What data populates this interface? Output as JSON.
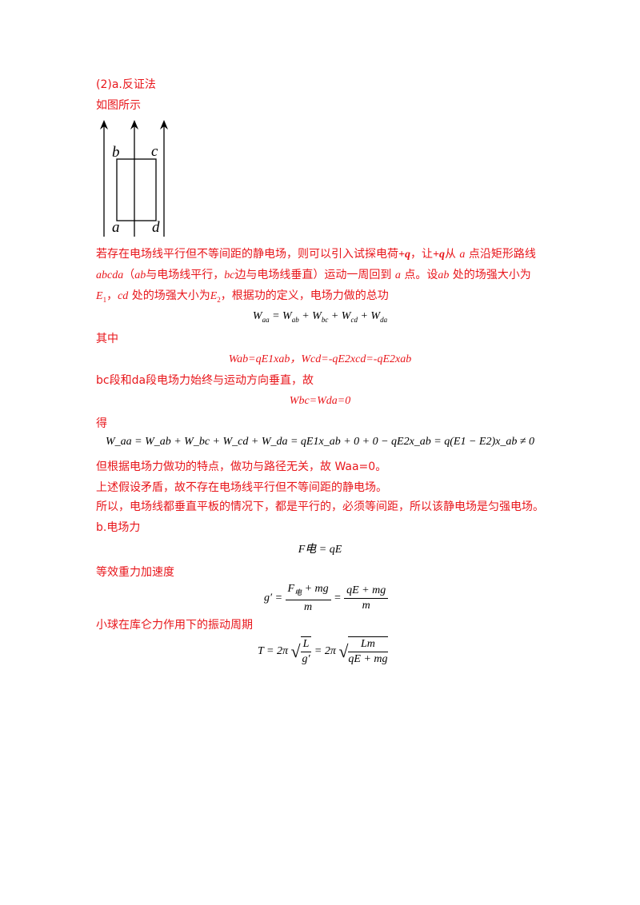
{
  "heading": "(2)a.反证法",
  "fig_intro": "如图所示",
  "figure": {
    "label_b": "b",
    "label_c": "c",
    "label_a": "a",
    "label_d": "d"
  },
  "para1": {
    "l1_t1": "若存在电场线平行但不等间距的静电场，则可以引入试探电荷",
    "l1_t2": "+q",
    "l1_t3": "，让",
    "l1_t4": "+q",
    "l1_t5": "从",
    "l1_t6": "a",
    "l1_t7": "点沿矩形路线",
    "l2_t1": "abcda",
    "l2_t2": "（",
    "l2_t3": "ab",
    "l2_t4": "与电场线平行，",
    "l2_t5": "bc",
    "l2_t6": "边与电场线垂直）运动一周回到",
    "l2_t7": "a",
    "l2_t8": "点。设",
    "l2_t9": "ab",
    "l2_t10": "处的场强大小为",
    "l3_t1": "E",
    "l3_t2": "1",
    "l3_t3": "，",
    "l3_t4": "cd",
    "l3_t5": "处的场强大小为",
    "l3_t6": "E",
    "l3_t7": "2",
    "l3_t8": "，根据功的定义，电场力做的总功"
  },
  "eq1": {
    "lhs": "W",
    "lhs_sub": "aa",
    "w1": "W",
    "w1s": "ab",
    "w2": "W",
    "w2s": "bc",
    "w3": "W",
    "w3s": "cd",
    "w4": "W",
    "w4s": "da"
  },
  "where": "其中",
  "eq2": "Wab=qE1xab，Wcd=-qE2xcd=-qE2xab",
  "para2": "bc段和da段电场力始终与运动方向垂直，故",
  "eq3": "Wbc=Wda=0",
  "get": "得",
  "eq4": "W_aa = W_ab + W_bc + W_cd + W_da = qE1x_ab + 0 + 0 − qE2x_ab = q(E1 − E2)x_ab ≠ 0",
  "para3": "但根据电场力做功的特点，做功与路径无关，故 Waa=0。",
  "para4": "上述假设矛盾，故不存在电场线平行但不等间距的静电场。",
  "para5": "所以，电场线都垂直平板的情况下，都是平行的，必须等间距，所以该静电场是匀强电场。",
  "heading_b": "b.电场力",
  "eq5": "F电 = qE",
  "para6": "等效重力加速度",
  "para7": "小球在库仑力作用下的振动周期",
  "colors": {
    "answer_red": "#e8161b",
    "text_black": "#000000"
  }
}
